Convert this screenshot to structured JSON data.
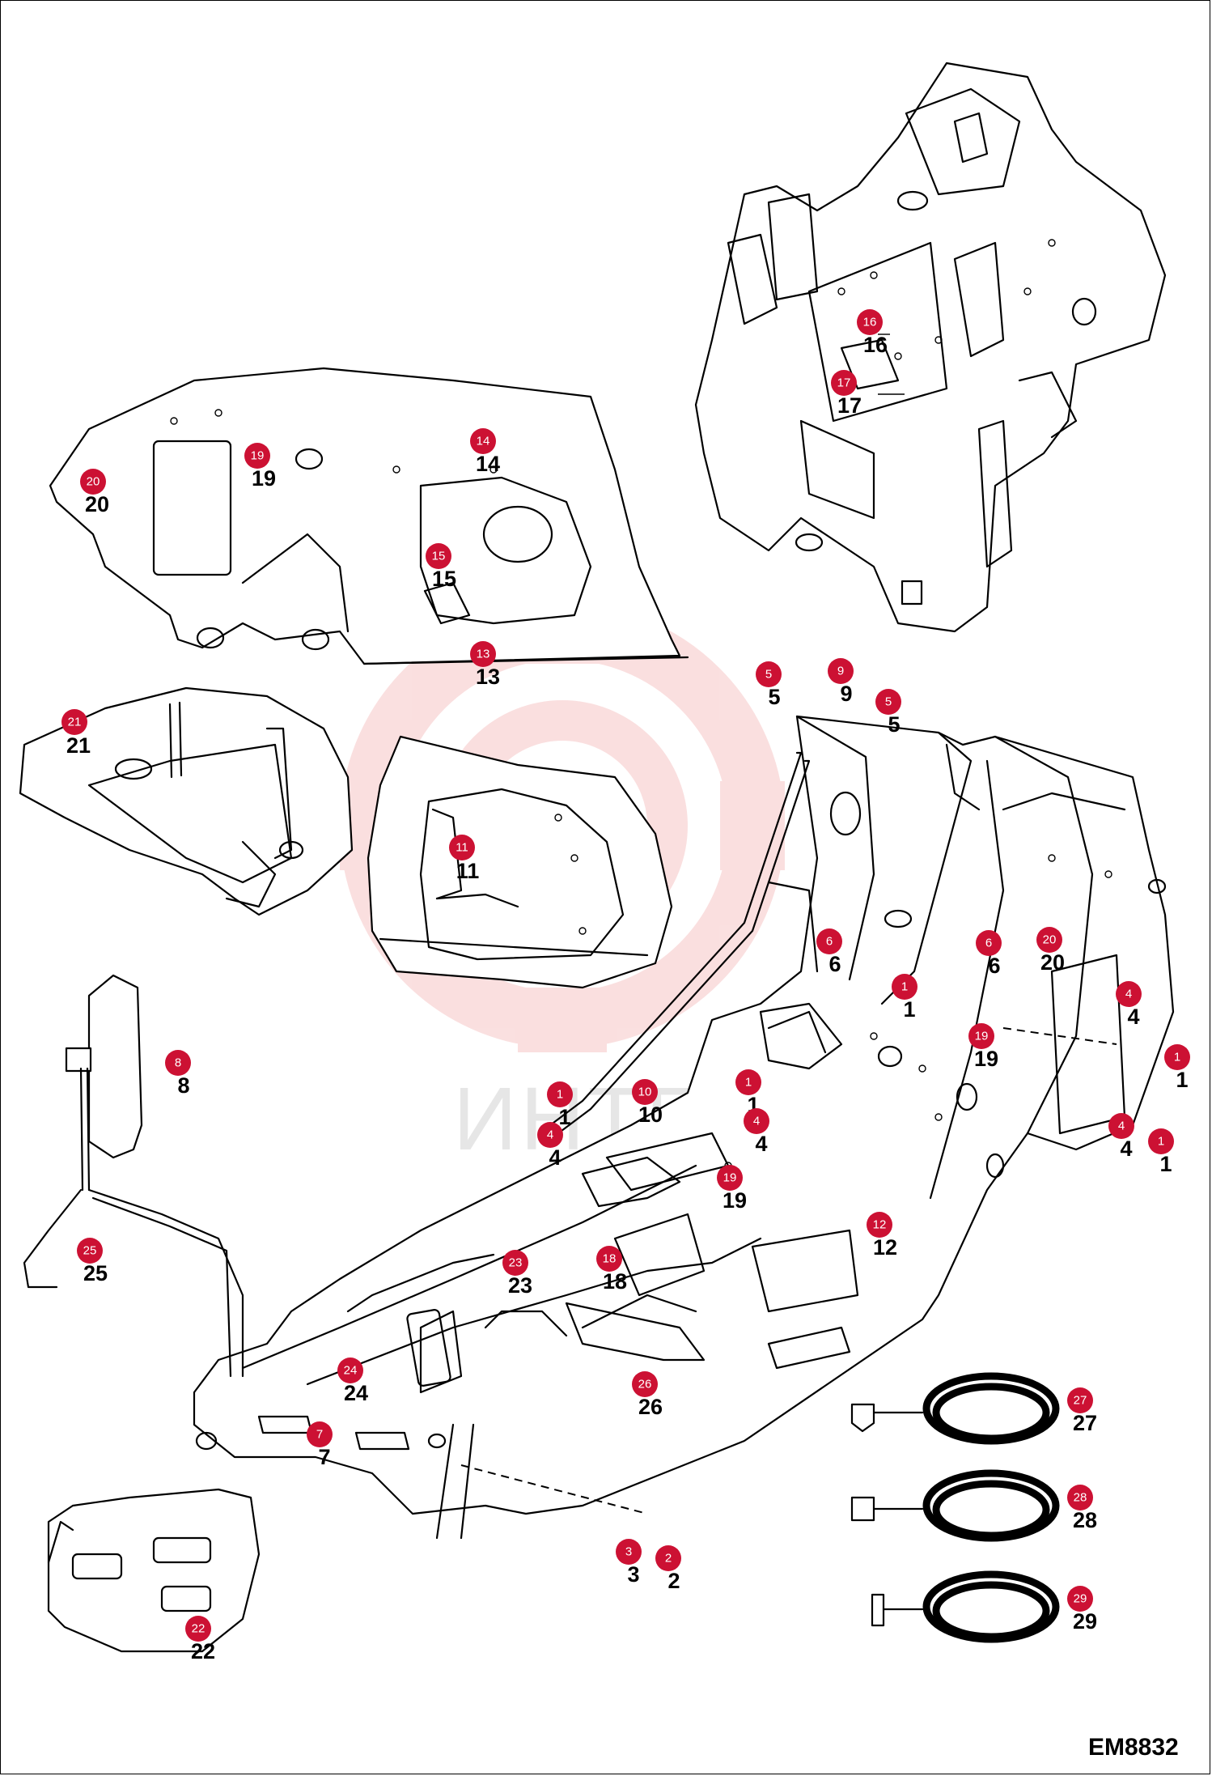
{
  "diagram": {
    "watermark_text": "ИНТЕХ",
    "drawing_code": "EM8832",
    "callouts": [
      {
        "id": "c16",
        "badge": "16",
        "label": "16"
      },
      {
        "id": "c17",
        "badge": "17",
        "label": "17"
      },
      {
        "id": "c19a",
        "badge": "19",
        "label": "19"
      },
      {
        "id": "c20a",
        "badge": "20",
        "label": "20"
      },
      {
        "id": "c14",
        "badge": "14",
        "label": "14"
      },
      {
        "id": "c15",
        "badge": "15",
        "label": "15"
      },
      {
        "id": "c13",
        "badge": "13",
        "label": "13"
      },
      {
        "id": "c21",
        "badge": "21",
        "label": "21"
      },
      {
        "id": "c11",
        "badge": "11",
        "label": "11"
      },
      {
        "id": "c5a",
        "badge": "5",
        "label": "5"
      },
      {
        "id": "c9",
        "badge": "9",
        "label": "9"
      },
      {
        "id": "c5b",
        "badge": "5",
        "label": "5"
      },
      {
        "id": "c6a",
        "badge": "6",
        "label": "6"
      },
      {
        "id": "c1a",
        "badge": "1",
        "label": "1"
      },
      {
        "id": "c6b",
        "badge": "6",
        "label": "6"
      },
      {
        "id": "c20b",
        "badge": "20",
        "label": "20"
      },
      {
        "id": "c4a",
        "badge": "4",
        "label": "4"
      },
      {
        "id": "c19b",
        "badge": "19",
        "label": "19"
      },
      {
        "id": "c1b",
        "badge": "1",
        "label": "1"
      },
      {
        "id": "c4b",
        "badge": "4",
        "label": "4"
      },
      {
        "id": "c1c",
        "badge": "1",
        "label": "1"
      },
      {
        "id": "c8",
        "badge": "8",
        "label": "8"
      },
      {
        "id": "c1d",
        "badge": "1",
        "label": "1"
      },
      {
        "id": "c10",
        "badge": "10",
        "label": "10"
      },
      {
        "id": "c1e",
        "badge": "1",
        "label": "1"
      },
      {
        "id": "c4c",
        "badge": "4",
        "label": "4"
      },
      {
        "id": "c4d",
        "badge": "4",
        "label": "4"
      },
      {
        "id": "c19c",
        "badge": "19",
        "label": "19"
      },
      {
        "id": "c12",
        "badge": "12",
        "label": "12"
      },
      {
        "id": "c25",
        "badge": "25",
        "label": "25"
      },
      {
        "id": "c23",
        "badge": "23",
        "label": "23"
      },
      {
        "id": "c18",
        "badge": "18",
        "label": "18"
      },
      {
        "id": "c24",
        "badge": "24",
        "label": "24"
      },
      {
        "id": "c26",
        "badge": "26",
        "label": "26"
      },
      {
        "id": "c27",
        "badge": "27",
        "label": "27"
      },
      {
        "id": "c7",
        "badge": "7",
        "label": "7"
      },
      {
        "id": "c28",
        "badge": "28",
        "label": "28"
      },
      {
        "id": "c3",
        "badge": "3",
        "label": "3"
      },
      {
        "id": "c2",
        "badge": "2",
        "label": "2"
      },
      {
        "id": "c29",
        "badge": "29",
        "label": "29"
      },
      {
        "id": "c22",
        "badge": "22",
        "label": "22"
      }
    ]
  }
}
